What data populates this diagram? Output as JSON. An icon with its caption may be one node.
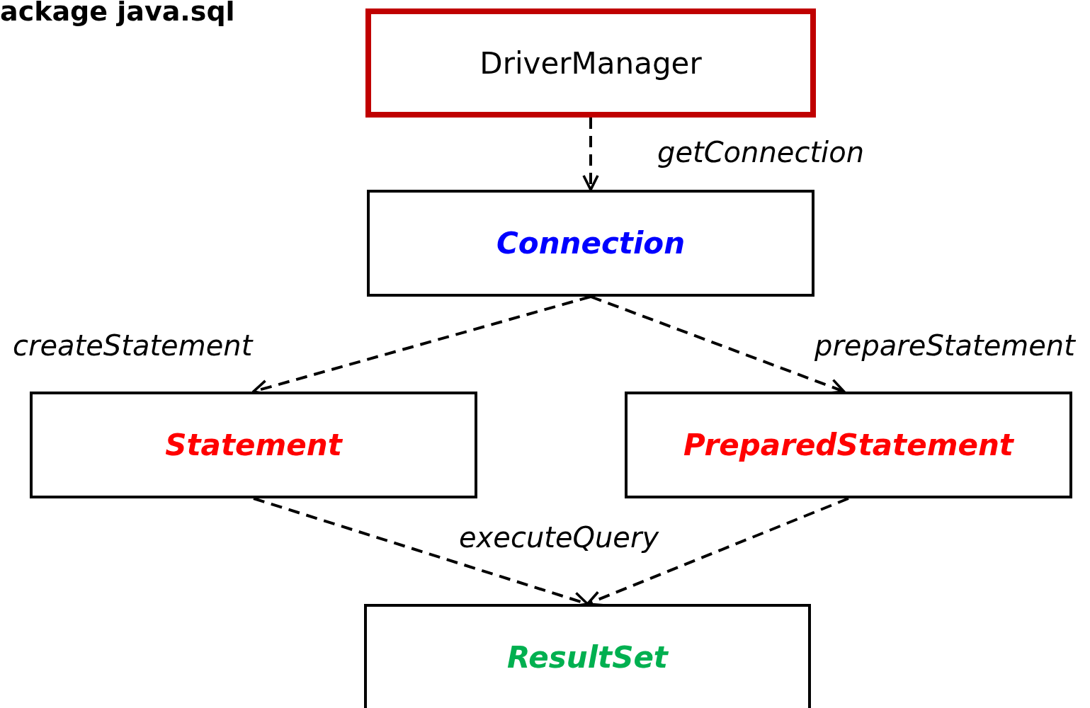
{
  "diagram": {
    "title": "ackage java.sql",
    "nodes": [
      {
        "text": [
          "DriverManager"
        ]
      },
      {
        "text": [
          "Connection"
        ]
      },
      {
        "text": [
          "Statement"
        ]
      },
      {
        "text": [
          "PreparedStatement"
        ]
      },
      {
        "text": [
          "ResultSet"
        ]
      }
    ],
    "edges": [
      {
        "from": 0,
        "to": 1,
        "arrow": "to",
        "style": "dashed",
        "label": "getConnection"
      },
      {
        "from": 1,
        "to": 2,
        "arrow": "to",
        "style": "dashed",
        "label": "createStatement"
      },
      {
        "from": 1,
        "to": 3,
        "arrow": "to",
        "style": "dashed",
        "label": "prepareStatement"
      },
      {
        "from": 2,
        "to": 4,
        "arrow": "to",
        "style": "dashed",
        "label": "executeQuery"
      },
      {
        "from": 3,
        "to": 4,
        "arrow": "to",
        "style": "dashed"
      }
    ]
  }
}
